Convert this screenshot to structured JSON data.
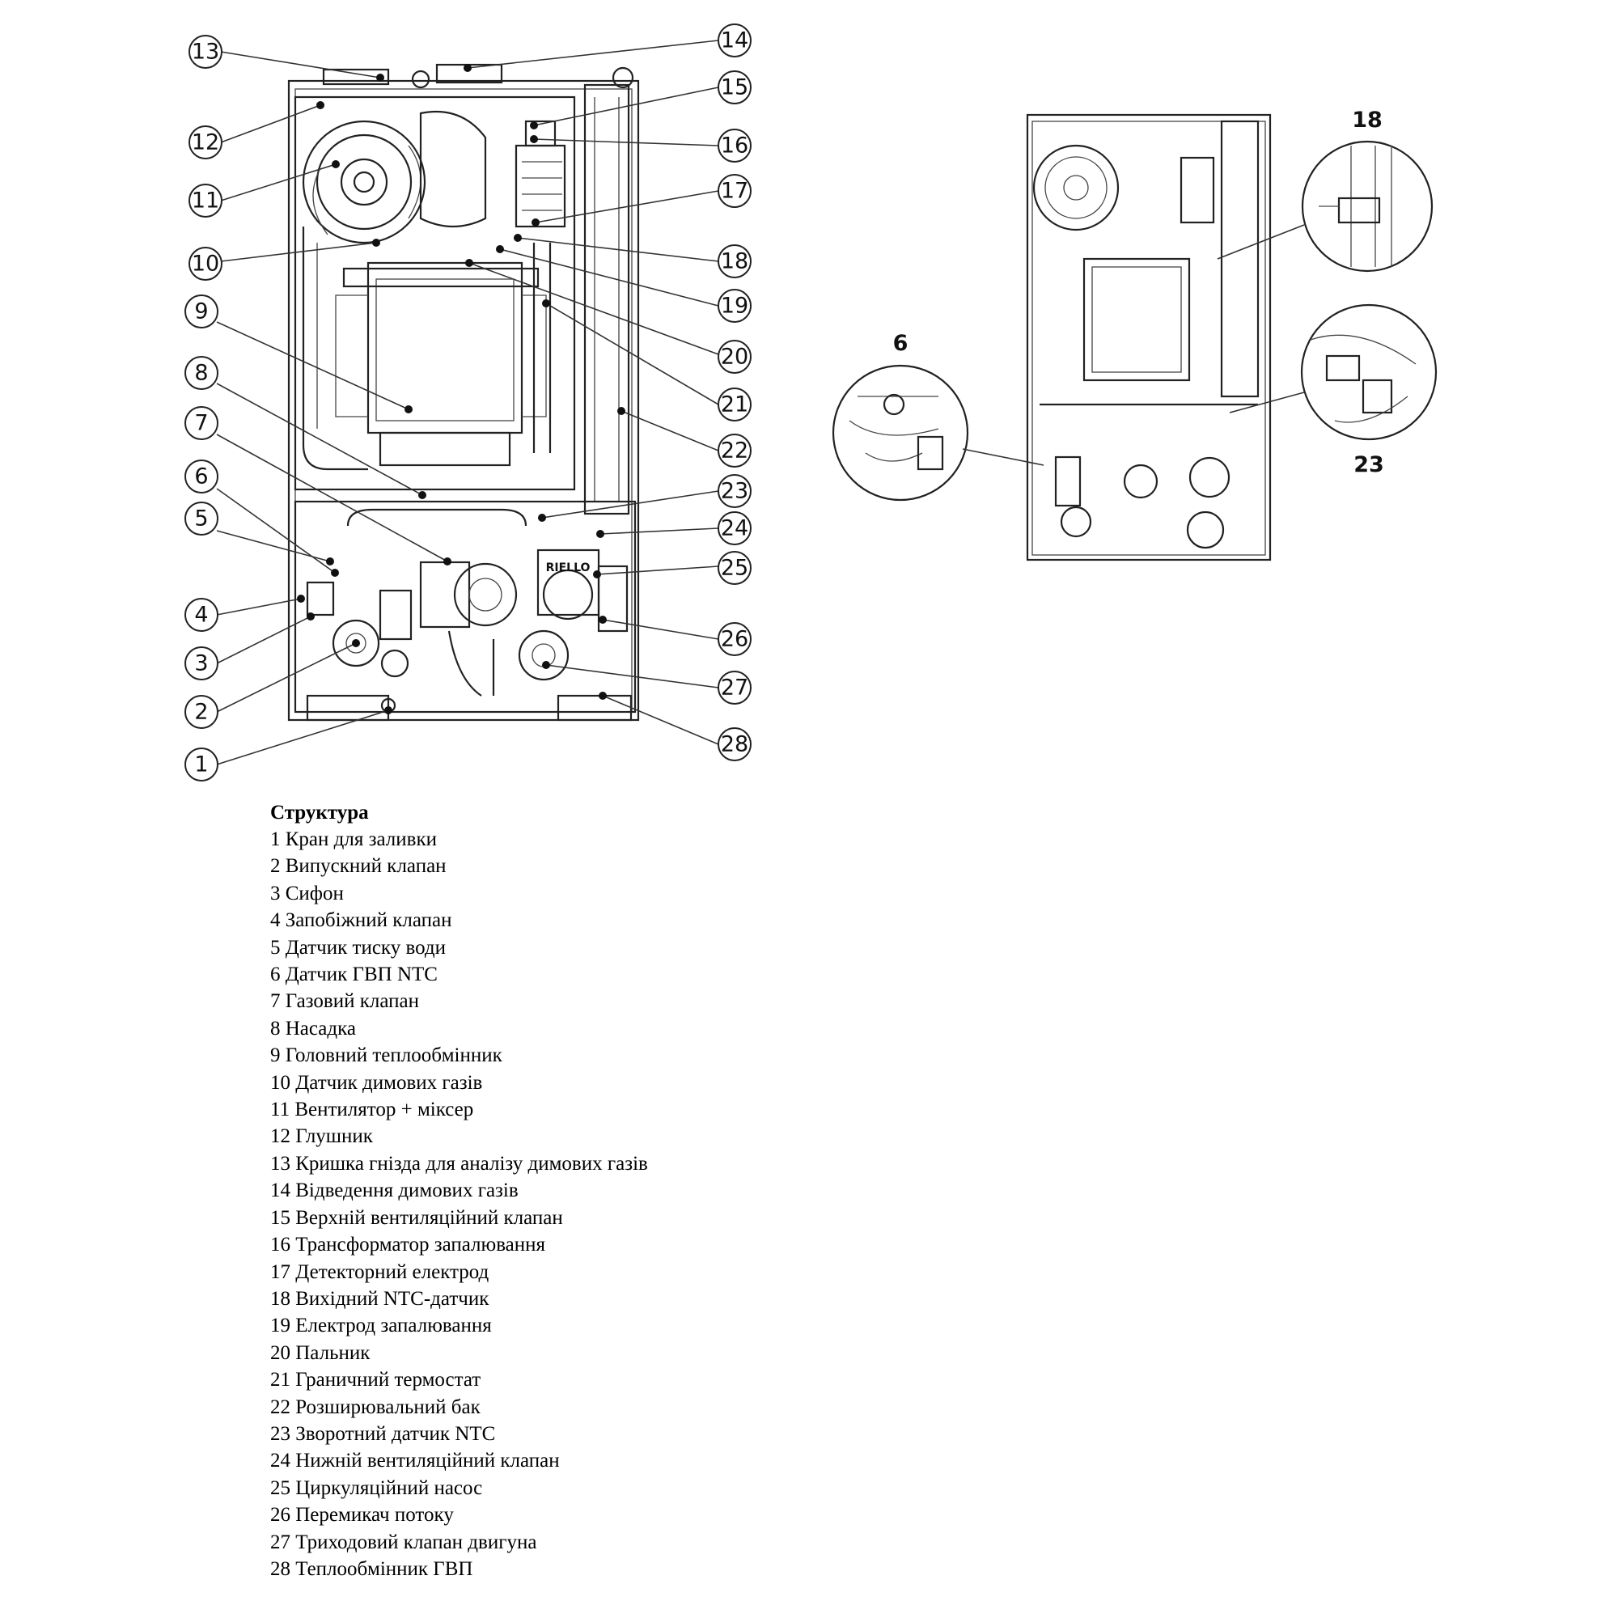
{
  "diagram": {
    "callouts": [
      "1",
      "2",
      "3",
      "4",
      "5",
      "6",
      "7",
      "8",
      "9",
      "10",
      "11",
      "12",
      "13",
      "14",
      "15",
      "16",
      "17",
      "18",
      "19",
      "20",
      "21",
      "22",
      "23",
      "24",
      "25",
      "26",
      "27",
      "28"
    ],
    "brand_label": "RIELLO",
    "detail_labels": [
      "18",
      "6",
      "23"
    ]
  },
  "legend": {
    "title": "Структура",
    "items": [
      "1 Кран для заливки",
      "2 Випускний клапан",
      "3 Сифон",
      "4 Запобіжний клапан",
      "5 Датчик тиску води",
      "6 Датчик ГВП NTC",
      "7 Газовий клапан",
      "8 Насадка",
      "9 Головний теплообмінник",
      "10 Датчик димових газів",
      "11 Вентилятор + міксер",
      "12 Глушник",
      "13 Кришка гнізда для аналізу димових газів",
      "14 Відведення димових газів",
      "15 Верхній вентиляційний клапан",
      "16 Трансформатор запалювання",
      "17 Детекторний електрод",
      "18 Вихідний NTC-датчик",
      "19 Електрод запалювання",
      "20 Пальник",
      "21 Граничний термостат",
      "22 Розширювальний бак",
      "23 Зворотний датчик NTC",
      "24 Нижній вентиляційний клапан",
      "25 Циркуляційний насос",
      "26 Перемикач потоку",
      "27 Триходовий клапан двигуна",
      "28 Теплообмінник ГВП"
    ]
  }
}
